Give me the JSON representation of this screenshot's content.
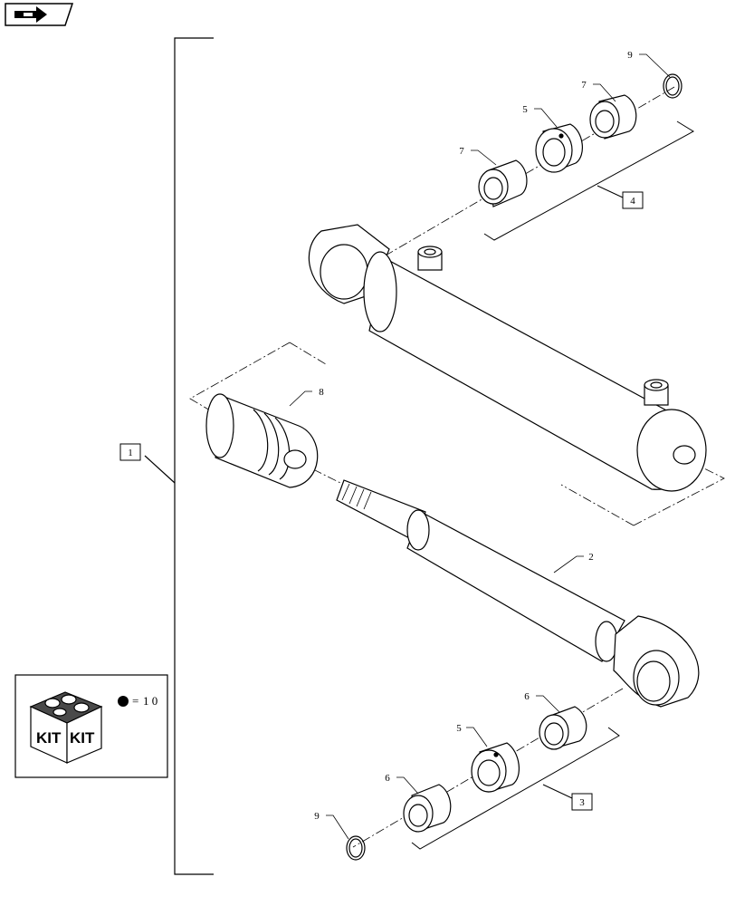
{
  "nav": {
    "icon": "arrow-right-icon"
  },
  "callouts": {
    "assembly": "1",
    "rod": "2",
    "seal_kit_lower": "3",
    "seal_kit_upper": "4",
    "bushing_lower_center": "5",
    "bushing_upper_center": "5",
    "bushing_lower_right": "6",
    "bushing_lower_left": "6",
    "bushing_upper_left": "7",
    "bushing_upper_right": "7",
    "piston": "8",
    "snap_ring_upper": "9",
    "snap_ring_lower": "9"
  },
  "kit": {
    "word_left": "KIT",
    "word_right": "KIT",
    "equals": "=",
    "value": "1 0"
  }
}
